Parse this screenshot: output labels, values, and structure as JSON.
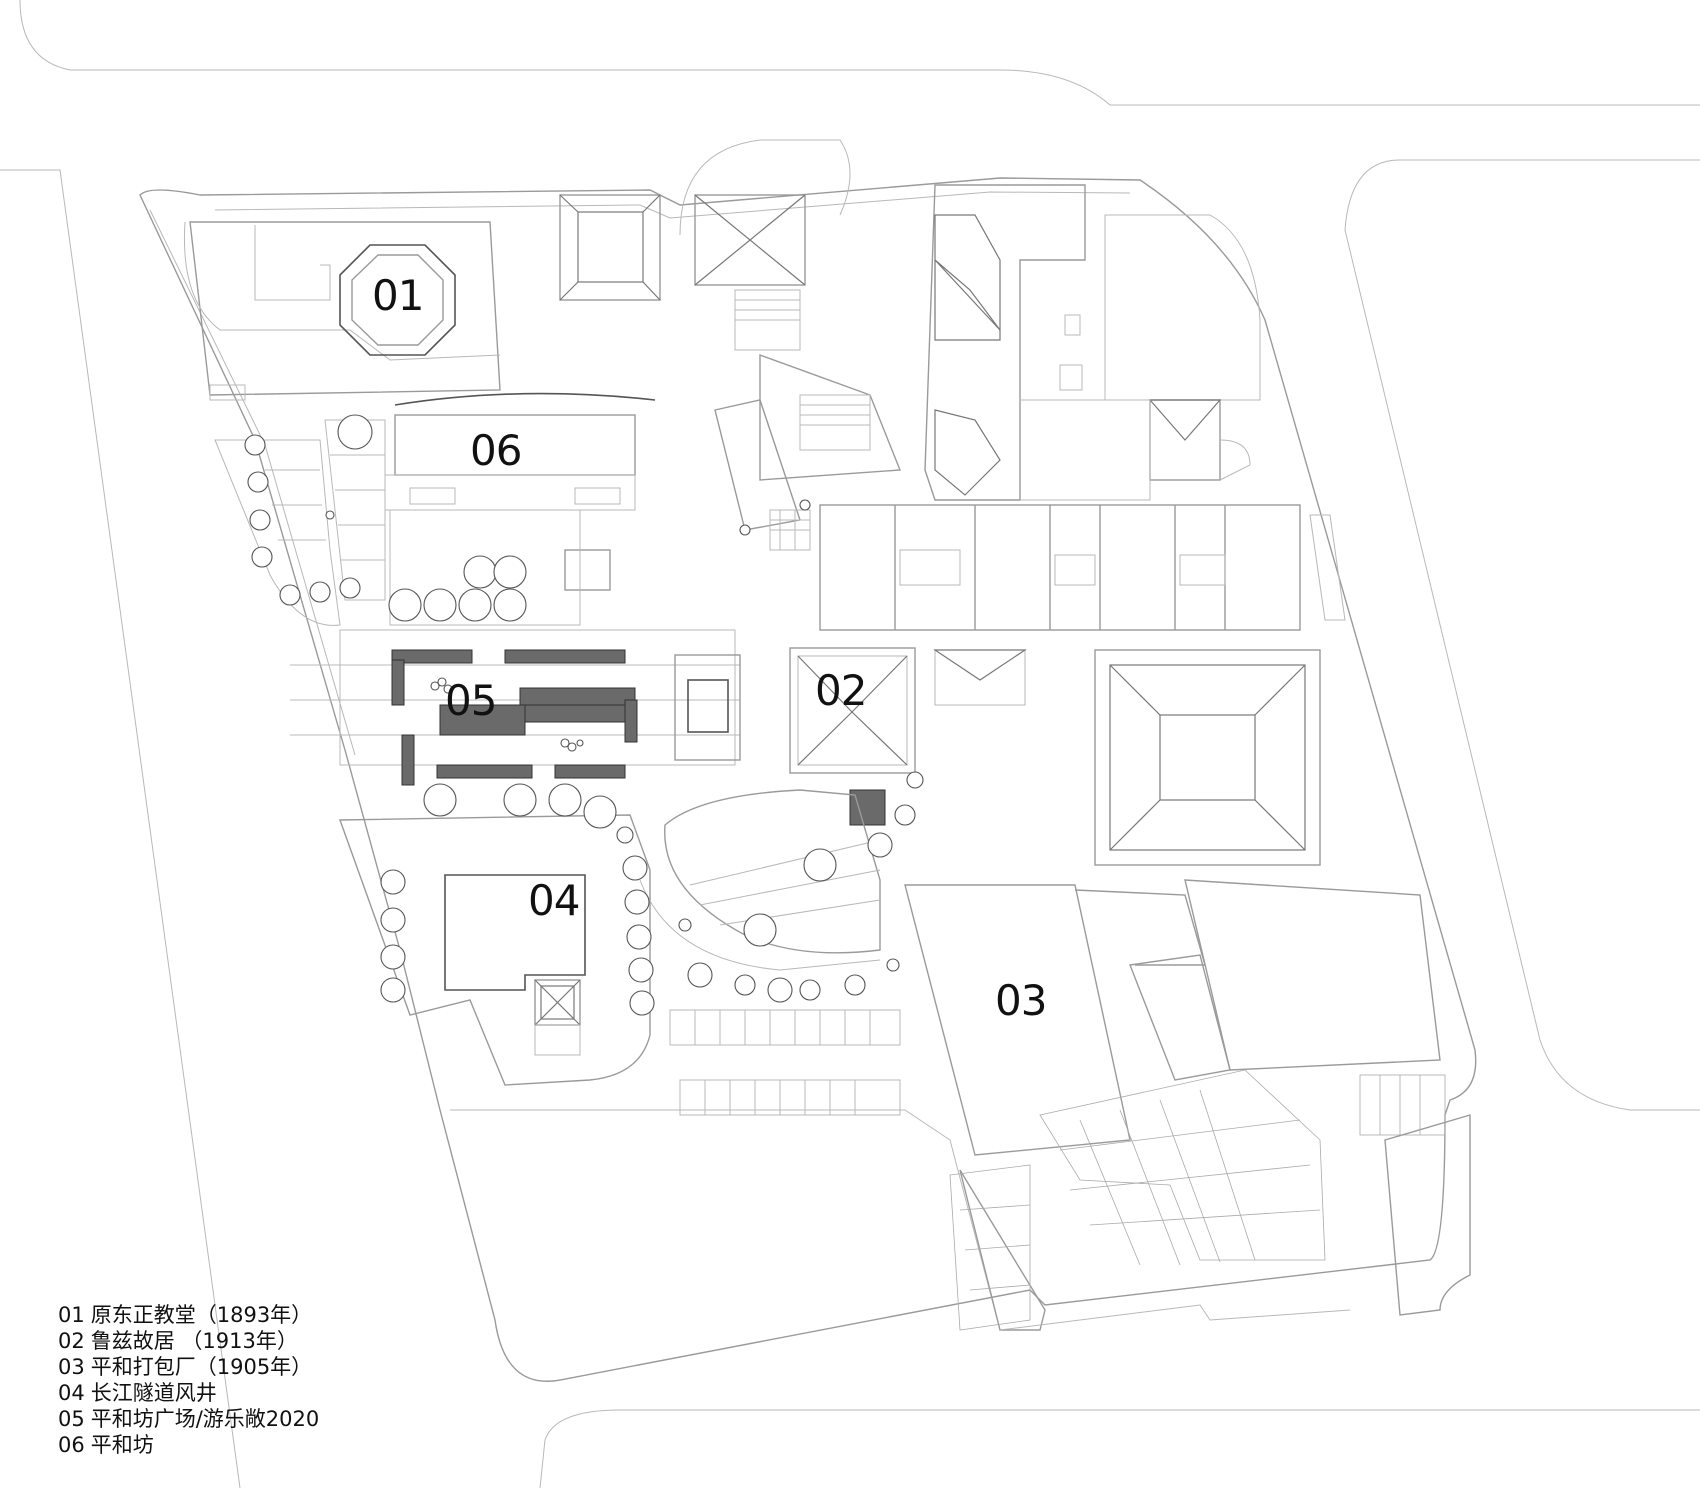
{
  "zones": [
    {
      "id": "01",
      "label": "01",
      "legend": "原东正教堂（1893年）"
    },
    {
      "id": "02",
      "label": "02",
      "legend": "鲁兹故居 （1913年）"
    },
    {
      "id": "03",
      "label": "03",
      "legend": "平和打包厂（1905年）"
    },
    {
      "id": "04",
      "label": "04",
      "legend": "长江隧道风井"
    },
    {
      "id": "05",
      "label": "05",
      "legend": "平和坊广场/游乐敞2020"
    },
    {
      "id": "06",
      "label": "06",
      "legend": "平和坊"
    }
  ],
  "colors": {
    "background": "#ffffff",
    "linework": "#9a9a9a",
    "dark_linework": "#555555",
    "seating": "#6a6a6a",
    "text": "#111111"
  }
}
